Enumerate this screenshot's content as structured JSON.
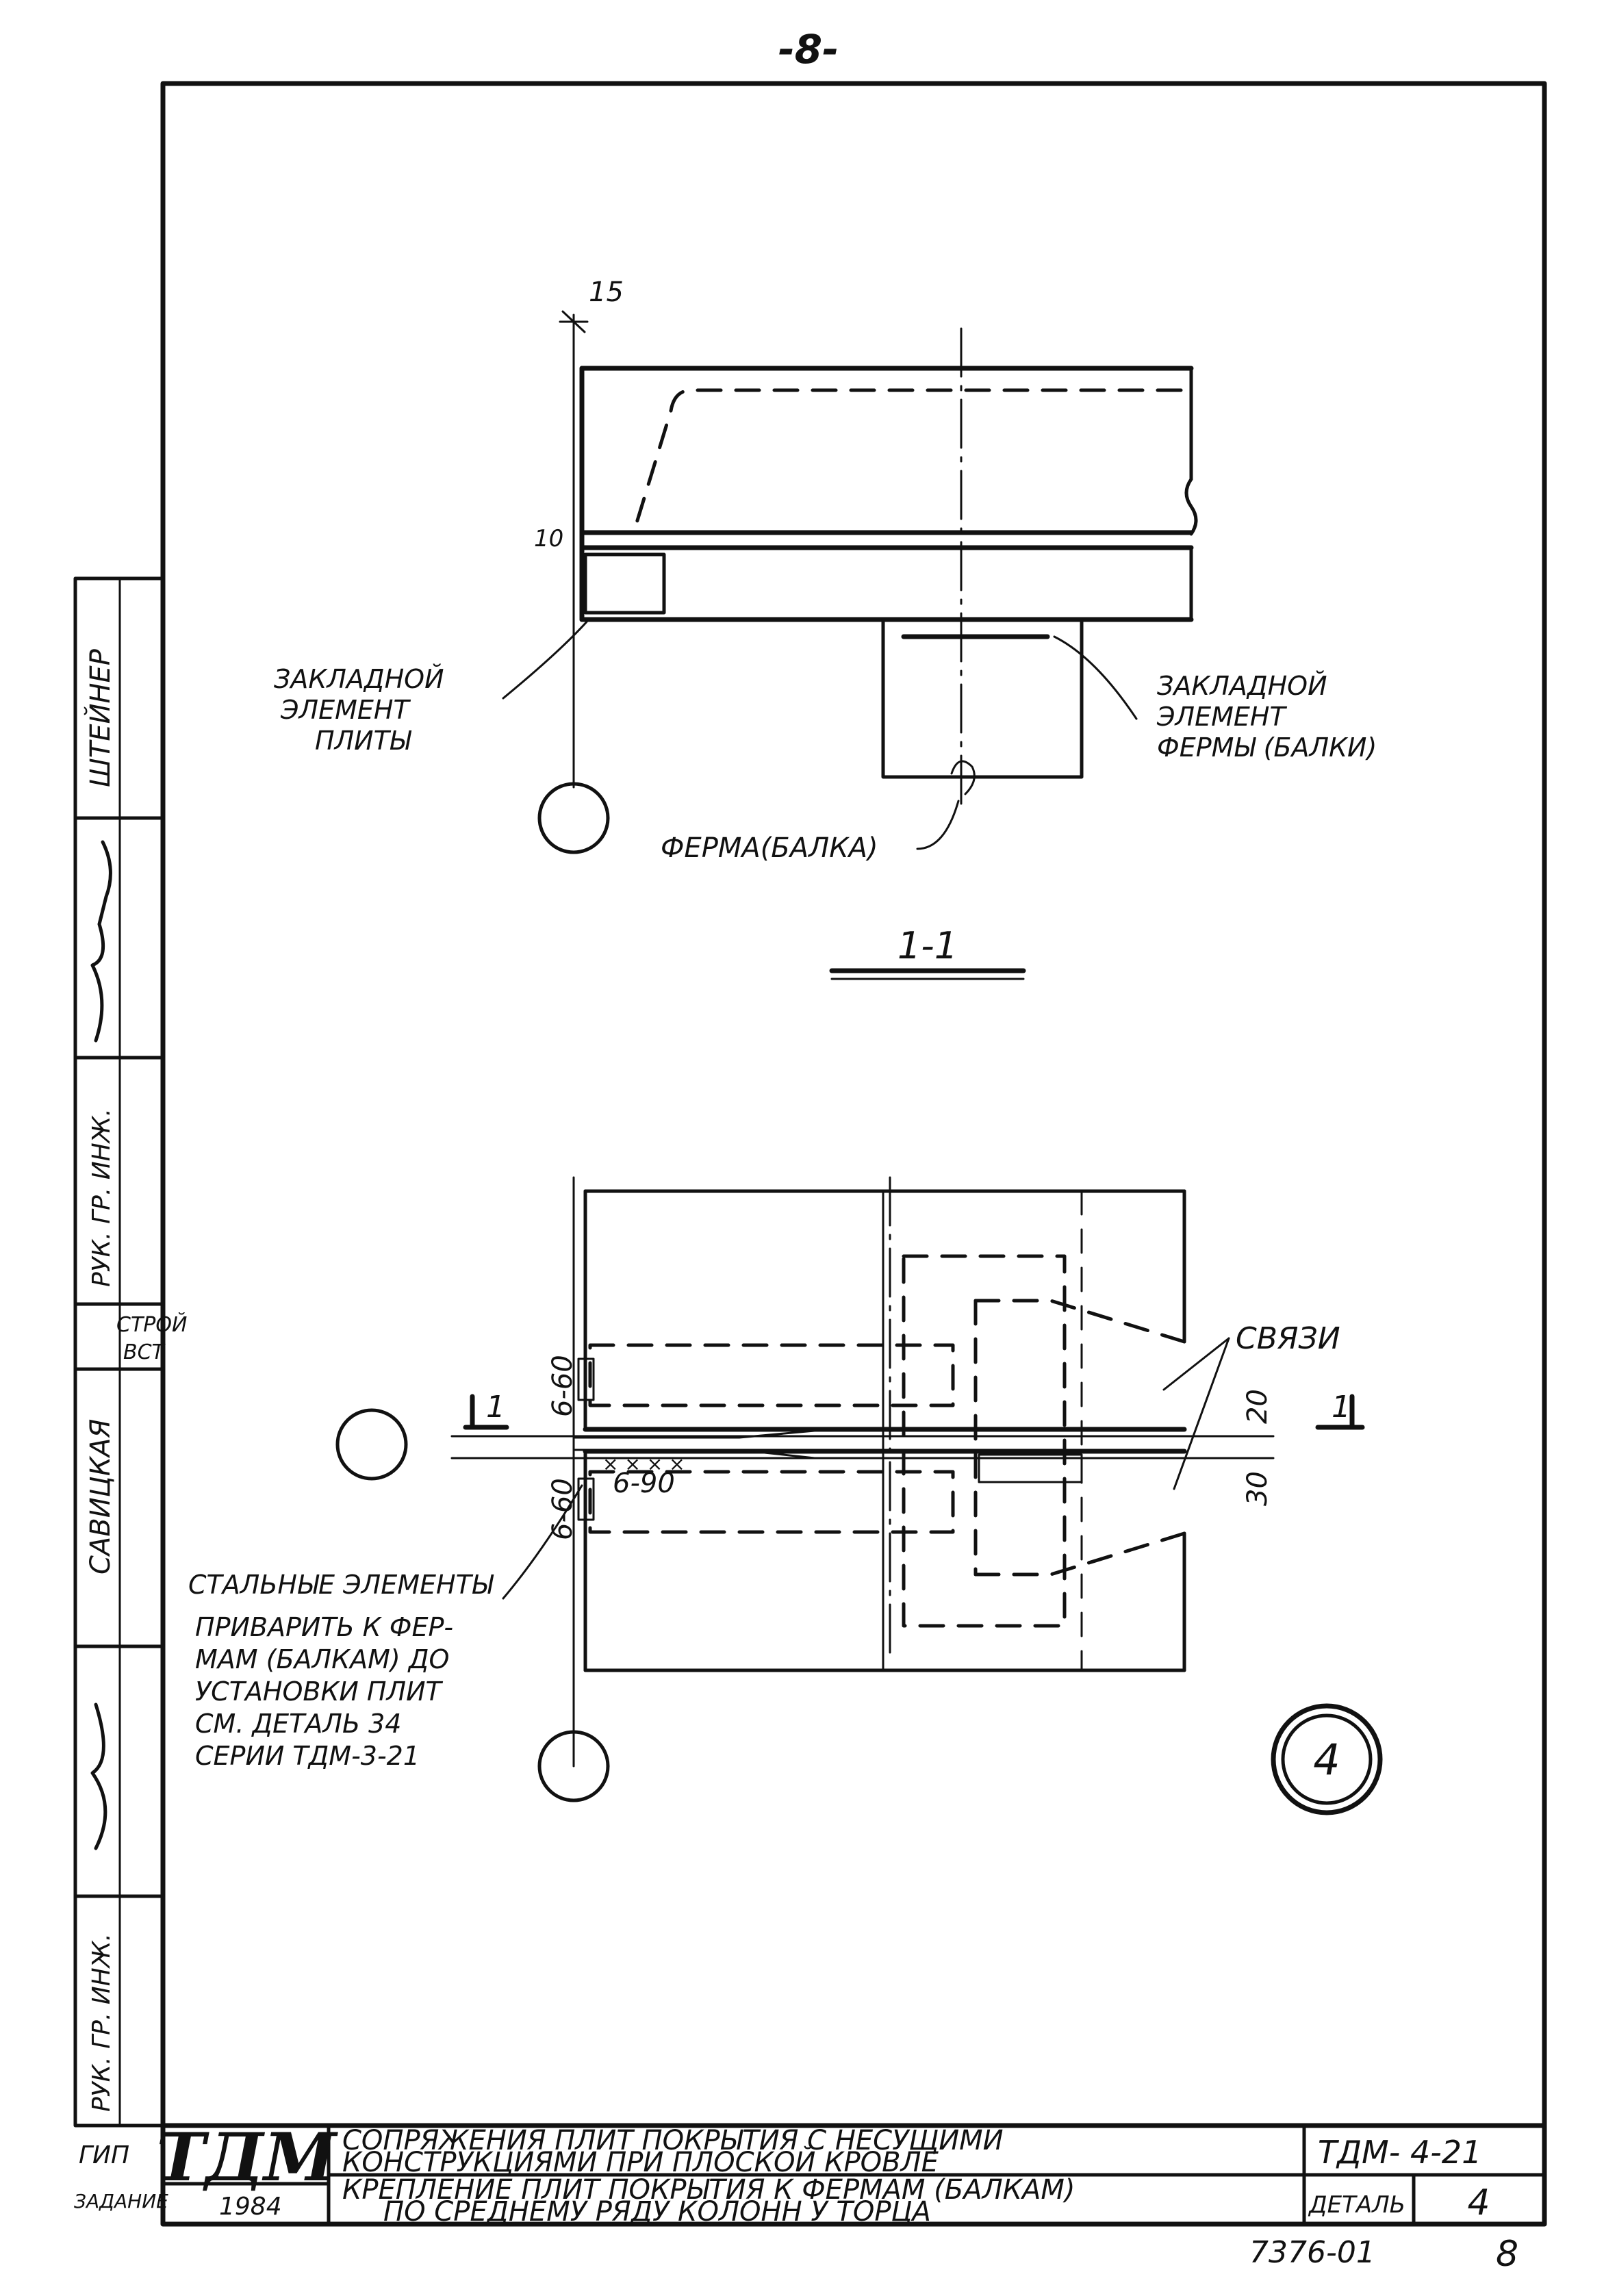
{
  "page_number": "-8-",
  "section_label": "1-1",
  "detail_number": "4",
  "dims": {
    "top_15": "15",
    "top_10": "10",
    "d_6_60_top": "6-60",
    "d_6_60_bot": "6-60",
    "d_6_90": "6-90",
    "d_20": "20",
    "d_30": "30",
    "cut_left": "1",
    "cut_right": "1"
  },
  "labels": {
    "embed_slab": [
      "ЗАКЛАДНОЙ",
      "ЭЛЕМЕНТ",
      "ПЛИТЫ"
    ],
    "embed_truss": [
      "ЗАКЛАДНОЙ",
      "ЭЛЕМЕНТ",
      "ФЕРМЫ (БАЛКИ)"
    ],
    "truss_beam": "ФЕРМА(БАЛКА)",
    "ties": "СВЯЗИ",
    "steel_elements": "СТАЛЬНЫЕ ЭЛЕМЕНТЫ",
    "weld_note": [
      "ПРИВАРИТЬ К ФЕР-",
      "МАМ (БАЛКАМ) ДО",
      "УСТАНОВКИ ПЛИТ",
      "СМ. ДЕТАЛЬ 34",
      "СЕРИИ ТДМ-3-21"
    ]
  },
  "side_stamp": [
    "ШТЕЙНЕР",
    "РУК. ГР. ИНЖ.",
    "СТРОЙ",
    "ВСТ",
    "САВИЦКАЯ",
    "РУК. ГР. ИНЖ."
  ],
  "side_stub": [
    "ГИП",
    "ЗАДАНИЕ"
  ],
  "title_block": {
    "org": "ТДМ",
    "year": "1984",
    "title_line1": "СОПРЯЖЕНИЯ ПЛИТ ПОКРЫТИЯ С НЕСУЩИМИ",
    "title_line2": "КОНСТРУКЦИЯМИ ПРИ ПЛОСКОЙ КРОВЛЕ",
    "subtitle_line1": "КРЕПЛЕНИЕ ПЛИТ ПОКРЫТИЯ К ФЕРМАМ (БАЛКАМ)",
    "subtitle_line2": "ПО СРЕДНЕМУ РЯДУ КОЛОНН У ТОРЦА",
    "series": "ТДМ- 4-21",
    "detail_label": "ДЕТАЛЬ",
    "detail_value": "4"
  },
  "footer": {
    "archive_no": "7376-01",
    "sheet": "8"
  }
}
